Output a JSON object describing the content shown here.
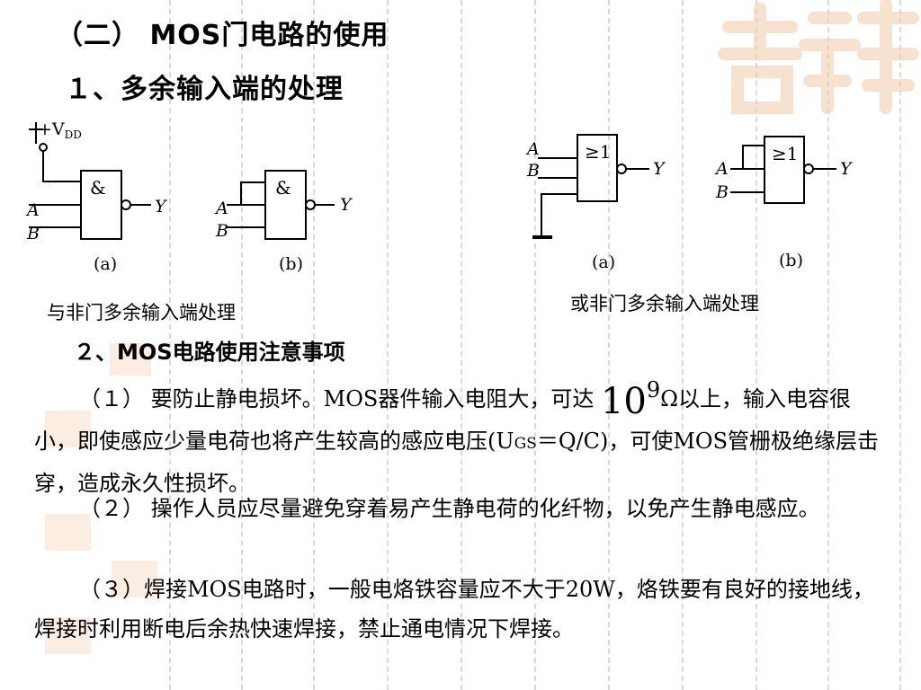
{
  "heading": {
    "section": "（二） MOS门电路的使用",
    "subsection": "１、多余输入端的处理"
  },
  "diagrams": {
    "nand": {
      "caption": "与非门多余输入端处理",
      "gate_symbol": "&",
      "vdd_label": "+V",
      "vdd_sub": "DD",
      "input_a": "A",
      "input_b": "B",
      "output": "Y",
      "label_a": "(a)",
      "label_b": "(b)"
    },
    "nor": {
      "caption": "或非门多余输入端处理",
      "gate_symbol": "≥1",
      "input_a": "A",
      "input_b": "B",
      "output": "Y",
      "label_a": "(a)",
      "label_b": "(b)"
    }
  },
  "section2": {
    "title": "２、MOS电路使用注意事项",
    "p1_a": "（１） 要防止静电损坏。MOS器件输入电阻大，可达 ",
    "p1_base": "10",
    "p1_exp": "9",
    "p1_b": "Ω以上，输入电容很小，即使感应少量电荷也将产生较高的感应电压(U",
    "p1_sub": "GS",
    "p1_c": "＝Q/C)，可使MOS管栅极绝缘层击穿，造成永久性损坏。",
    "p2": "（２） 操作人员应尽量避免穿着易产生静电荷的化纤物，以免产生静电感应。",
    "p3": "（３）焊接MOS电路时，一般电烙铁容量应不大于20W，烙铁要有良好的接地线，焊接时利用断电后余热快速焊接，禁止通电情况下焊接。"
  },
  "colors": {
    "watermark": "#f2c9a8",
    "grid_line": "#d9d9d9"
  }
}
